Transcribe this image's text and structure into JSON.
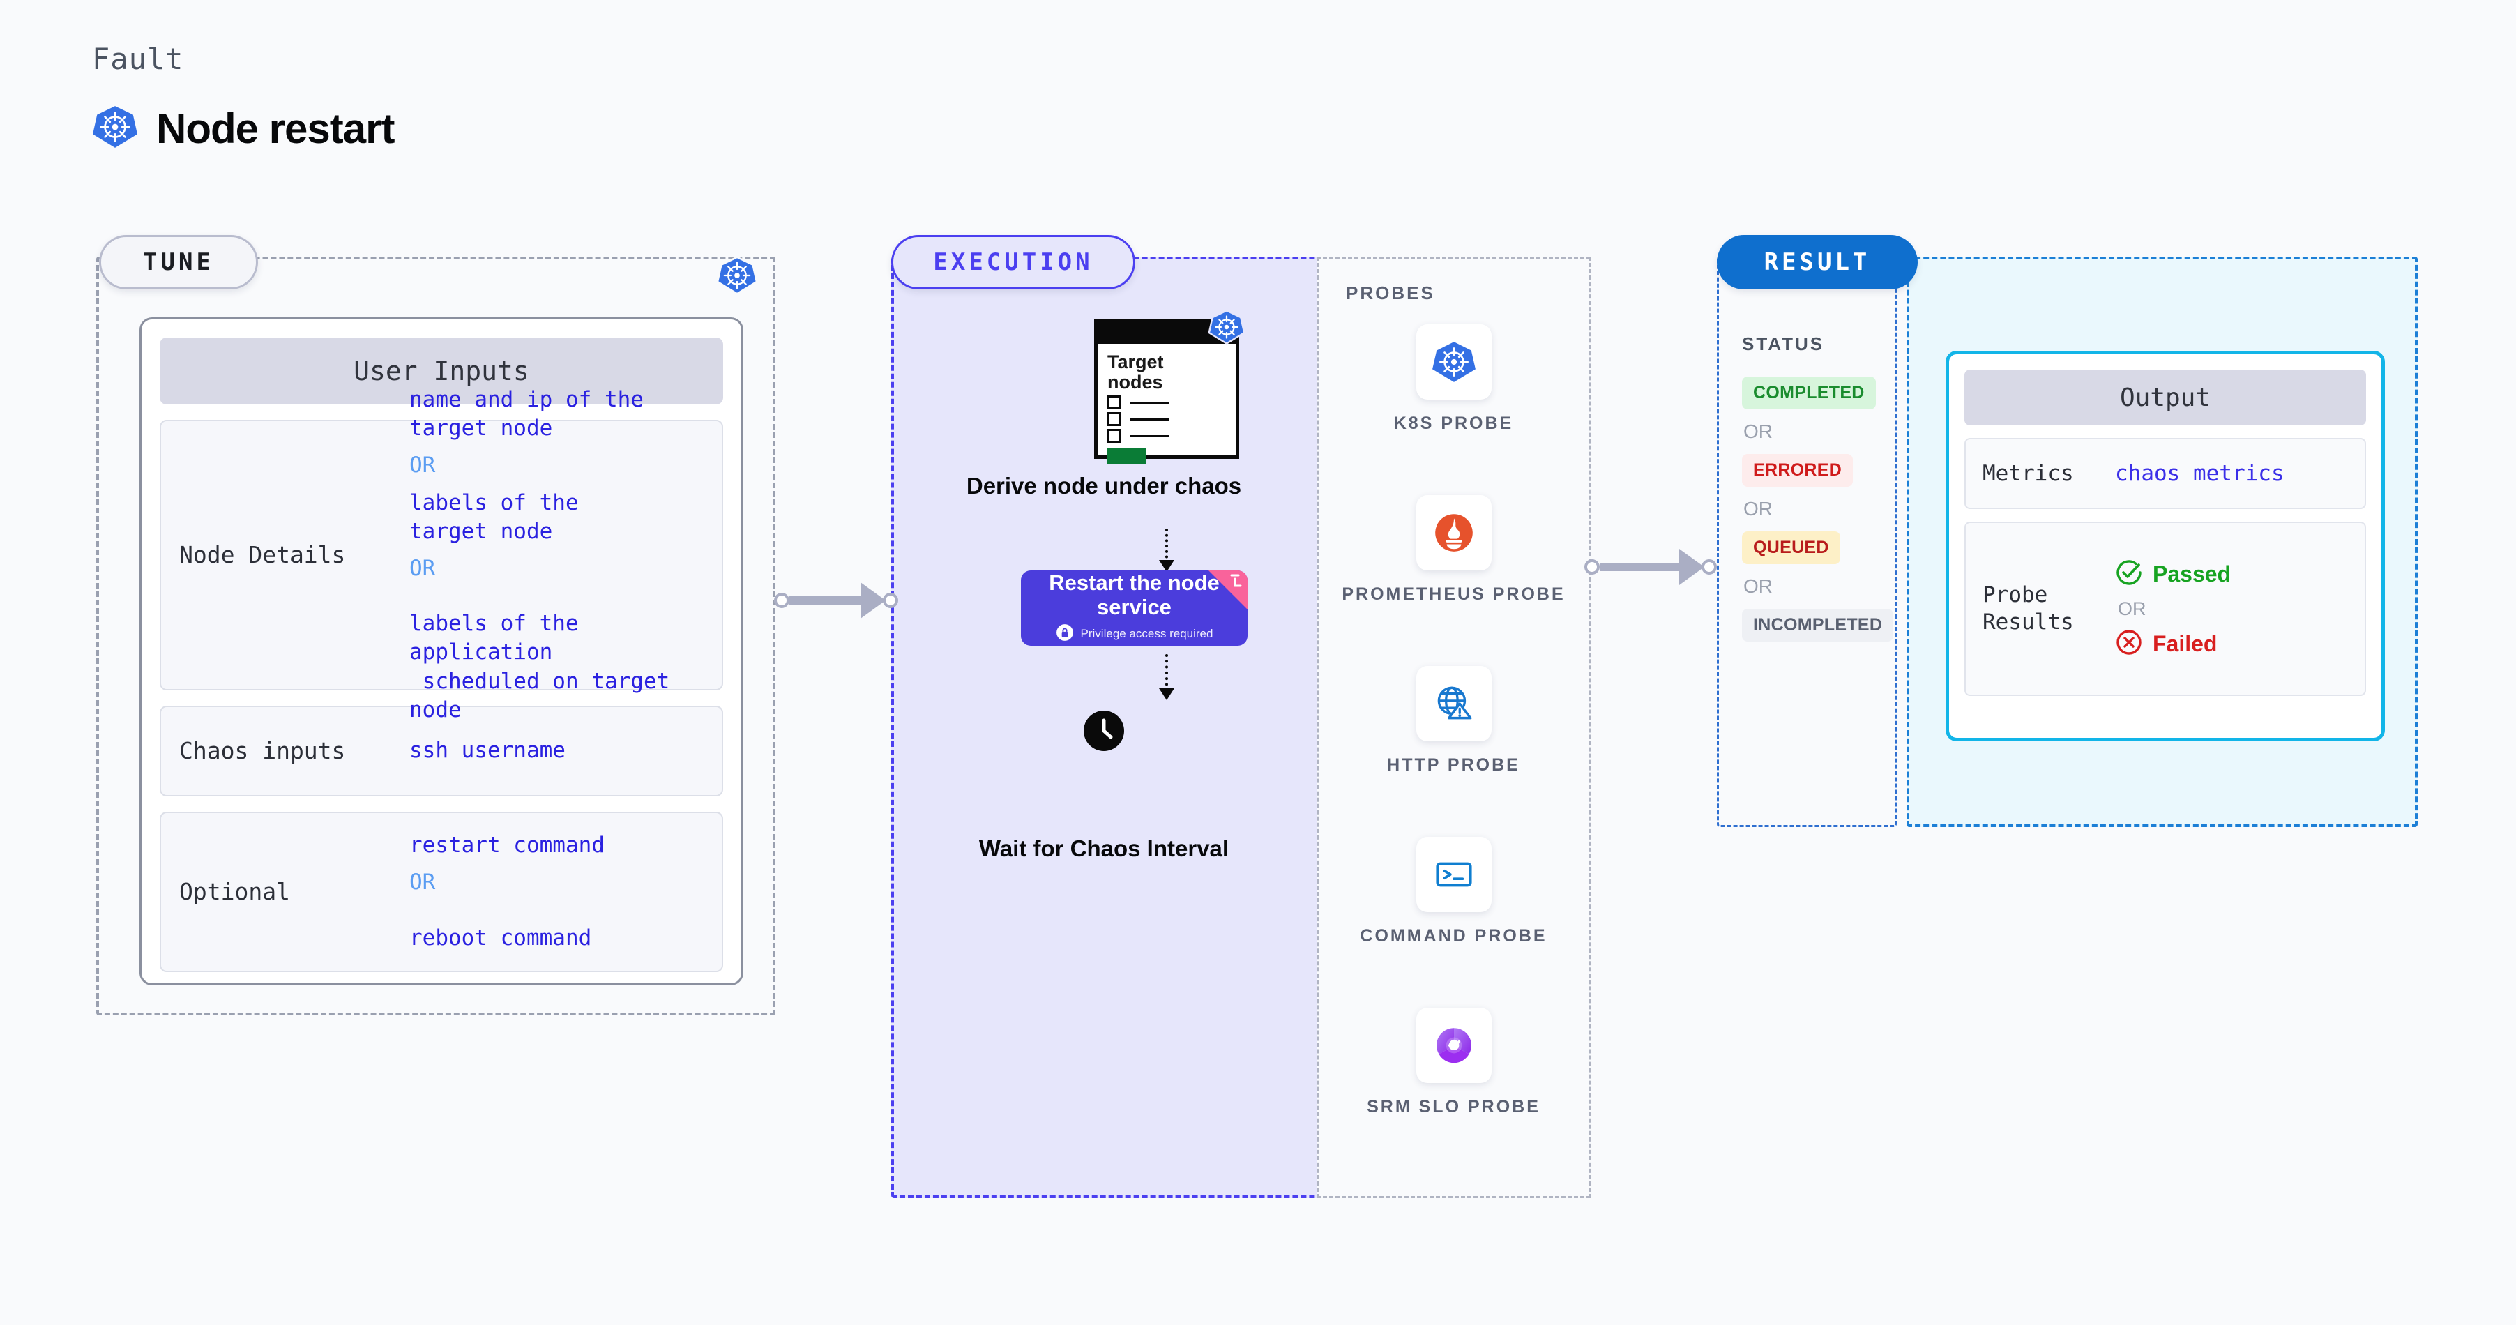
{
  "header": {
    "eyebrow": "Fault",
    "title": "Node restart",
    "icon": "kubernetes-icon"
  },
  "stages": {
    "tune": {
      "label": "TUNE"
    },
    "execution": {
      "label": "EXECUTION"
    },
    "result": {
      "label": "RESULT"
    }
  },
  "tune": {
    "card_title": "User Inputs",
    "rows": [
      {
        "key": "Node Details",
        "values": [
          {
            "text": "name and ip of the\ntarget node",
            "kind": "value"
          },
          {
            "text": "OR",
            "kind": "or"
          },
          {
            "text": "labels of the\ntarget node",
            "kind": "value"
          },
          {
            "text": "OR",
            "kind": "or"
          },
          {
            "text": "labels of the application\n scheduled on target node",
            "kind": "value"
          }
        ]
      },
      {
        "key": "Chaos inputs",
        "values": [
          {
            "text": "ssh username",
            "kind": "value"
          }
        ]
      },
      {
        "key": "Optional",
        "values": [
          {
            "text": "restart command",
            "kind": "value"
          },
          {
            "text": "OR",
            "kind": "or"
          },
          {
            "text": "reboot command",
            "kind": "value"
          }
        ]
      }
    ]
  },
  "execution": {
    "target_card": {
      "title": "Target nodes",
      "checkbox_rows": 3,
      "icon": "kubernetes-icon"
    },
    "step_derive": "Derive node under chaos",
    "step_restart": {
      "title": "Restart the node service",
      "privilege_note": "Privilege access required",
      "lock_icon": "lock-icon",
      "ribbon_icon": "timer-ribbon-icon"
    },
    "step_wait": "Wait for Chaos Interval",
    "clock_icon": "clock-icon"
  },
  "probes": {
    "title": "PROBES",
    "items": [
      {
        "name": "K8S PROBE",
        "icon": "kubernetes-icon"
      },
      {
        "name": "PROMETHEUS PROBE",
        "icon": "prometheus-icon"
      },
      {
        "name": "HTTP PROBE",
        "icon": "globe-warning-icon"
      },
      {
        "name": "COMMAND PROBE",
        "icon": "terminal-icon"
      },
      {
        "name": "SRM SLO PROBE",
        "icon": "srm-slo-icon"
      }
    ]
  },
  "result": {
    "status_title": "STATUS",
    "statuses": [
      {
        "label": "COMPLETED",
        "bg": "#d7f5dc",
        "fg": "#1a8c2e"
      },
      {
        "label": "OR",
        "kind": "or"
      },
      {
        "label": "ERRORED",
        "bg": "#fdecec",
        "fg": "#cf1b1b"
      },
      {
        "label": "OR",
        "kind": "or"
      },
      {
        "label": "QUEUED",
        "bg": "#fdf0c7",
        "fg": "#b81c1c"
      },
      {
        "label": "OR",
        "kind": "or"
      },
      {
        "label": "INCOMPLETED",
        "bg": "#eef0f4",
        "fg": "#596070"
      }
    ],
    "output": {
      "card_title": "Output",
      "metrics_key": "Metrics",
      "metrics_value": "chaos metrics",
      "probe_key": "Probe Results",
      "passed": {
        "label": "Passed",
        "icon": "check-circle-icon",
        "color": "#17a321"
      },
      "or": "OR",
      "failed": {
        "label": "Failed",
        "icon": "x-circle-icon",
        "color": "#d81f1f"
      }
    }
  },
  "colors": {
    "accent_purple": "#4b3ff0",
    "accent_blue": "#0f6fce",
    "accent_cyan": "#12b5e8",
    "k8s_blue": "#3470e4",
    "value_blue": "#2a21e0",
    "or_blue": "#5b9df2"
  }
}
